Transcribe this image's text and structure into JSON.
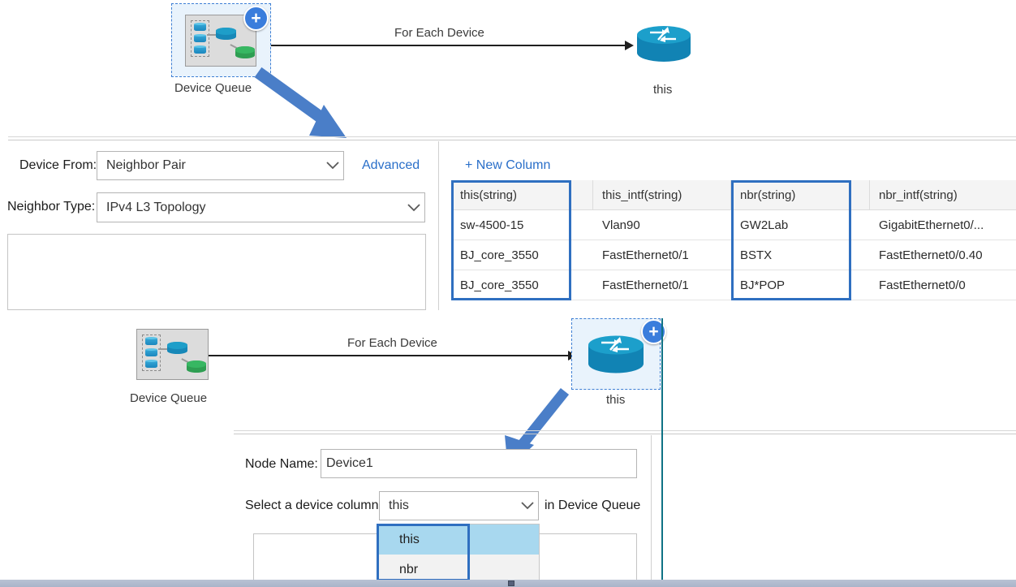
{
  "top_flow": {
    "source_node": {
      "label": "Device Queue",
      "icon": "device-queue-icon",
      "badge": "+"
    },
    "edge_label": "For Each Device",
    "target_node": {
      "label": "this",
      "icon": "router-icon"
    }
  },
  "top_form": {
    "device_from": {
      "label": "Device From:",
      "value": "Neighbor Pair"
    },
    "neighbor_type": {
      "label": "Neighbor Type:",
      "value": "IPv4 L3 Topology"
    },
    "advanced_link": "Advanced"
  },
  "grid": {
    "new_column_label": "+ New Column",
    "columns": [
      "this(string)",
      "this_intf(string)",
      "nbr(string)",
      "nbr_intf(string)"
    ],
    "rows": [
      [
        "sw-4500-15",
        "Vlan90",
        "GW2Lab",
        "GigabitEthernet0/..."
      ],
      [
        "BJ_core_3550",
        "FastEthernet0/1",
        "BSTX",
        "FastEthernet0/0.40"
      ],
      [
        "BJ_core_3550",
        "FastEthernet0/1",
        "BJ*POP",
        "FastEthernet0/0"
      ]
    ],
    "highlighted_columns": [
      "this(string)",
      "nbr(string)"
    ]
  },
  "bottom_flow": {
    "source_node": {
      "label": "Device Queue",
      "icon": "device-queue-icon"
    },
    "edge_label": "For Each Device",
    "target_node": {
      "label": "this",
      "icon": "router-icon",
      "badge": "+"
    }
  },
  "bottom_form": {
    "node_name": {
      "label": "Node Name:",
      "value": "Device1"
    },
    "device_column": {
      "label_before": "Select a device column",
      "value": "this",
      "label_after": "in Device Queue",
      "options": [
        "this",
        "nbr"
      ],
      "selected_option": "this"
    }
  },
  "colors": {
    "accent_blue": "#3a7ddc",
    "annotation_arrow": "#4a7ec8",
    "highlight_border": "#2f6fc0",
    "link": "#2a6fc9",
    "dropdown_selected": "#a8d8ef",
    "teal_divider": "#0f7285"
  }
}
